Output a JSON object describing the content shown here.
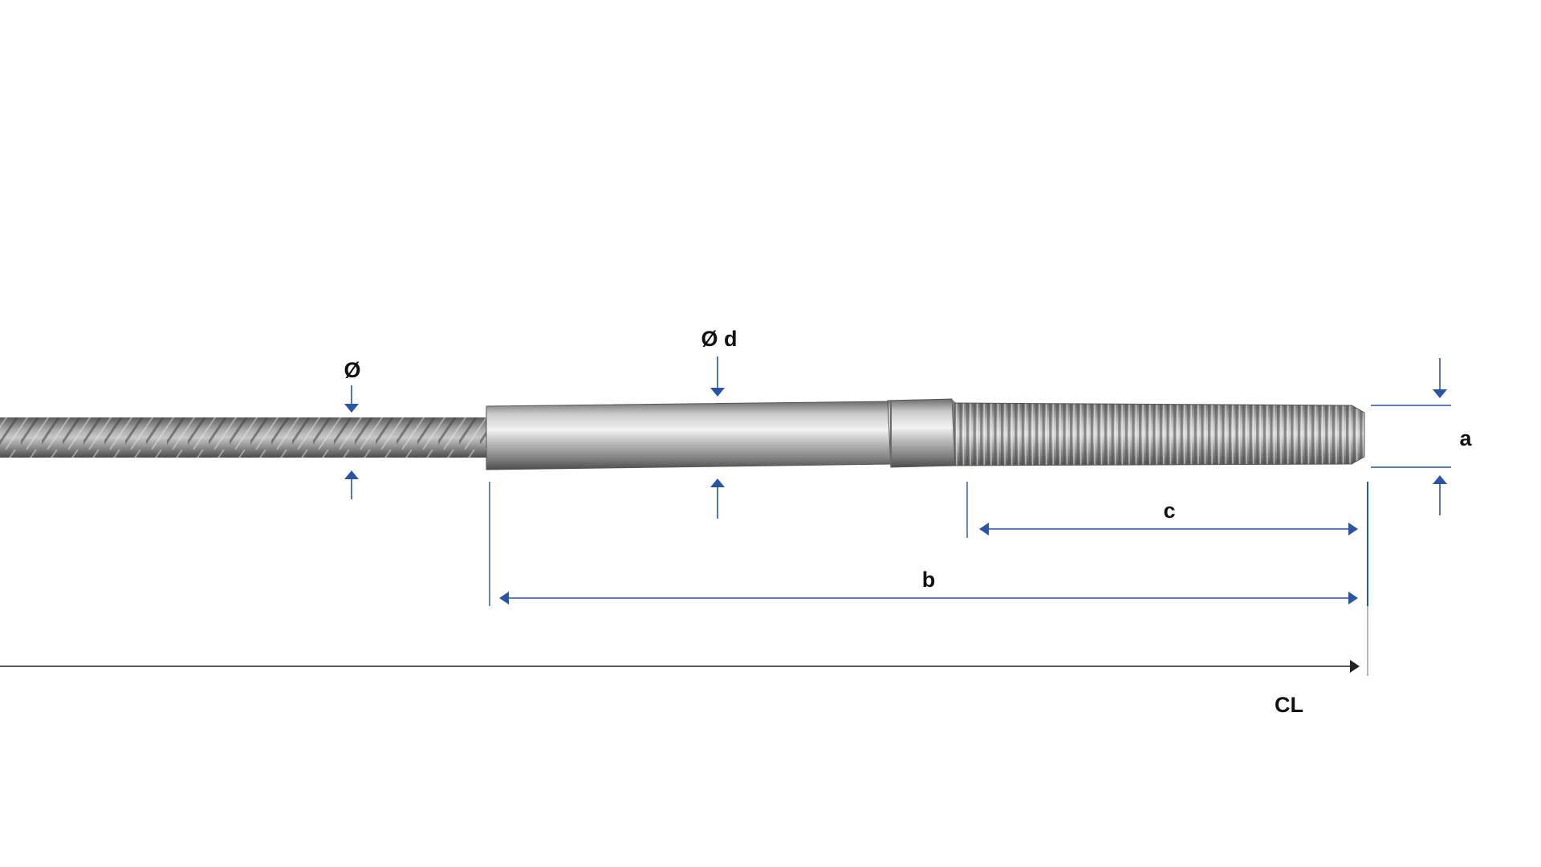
{
  "labels": {
    "cable_diameter": "Ø",
    "fitting_diameter": "Ø d",
    "thread_diameter": "a",
    "thread_length": "c",
    "fitting_length": "b",
    "cable_length": "CL"
  },
  "colors": {
    "dimension": "#2a55a5",
    "centerline": "#222222",
    "cable": "#8a8a8a",
    "metal": "#b9b9b9",
    "label": "#111111"
  }
}
